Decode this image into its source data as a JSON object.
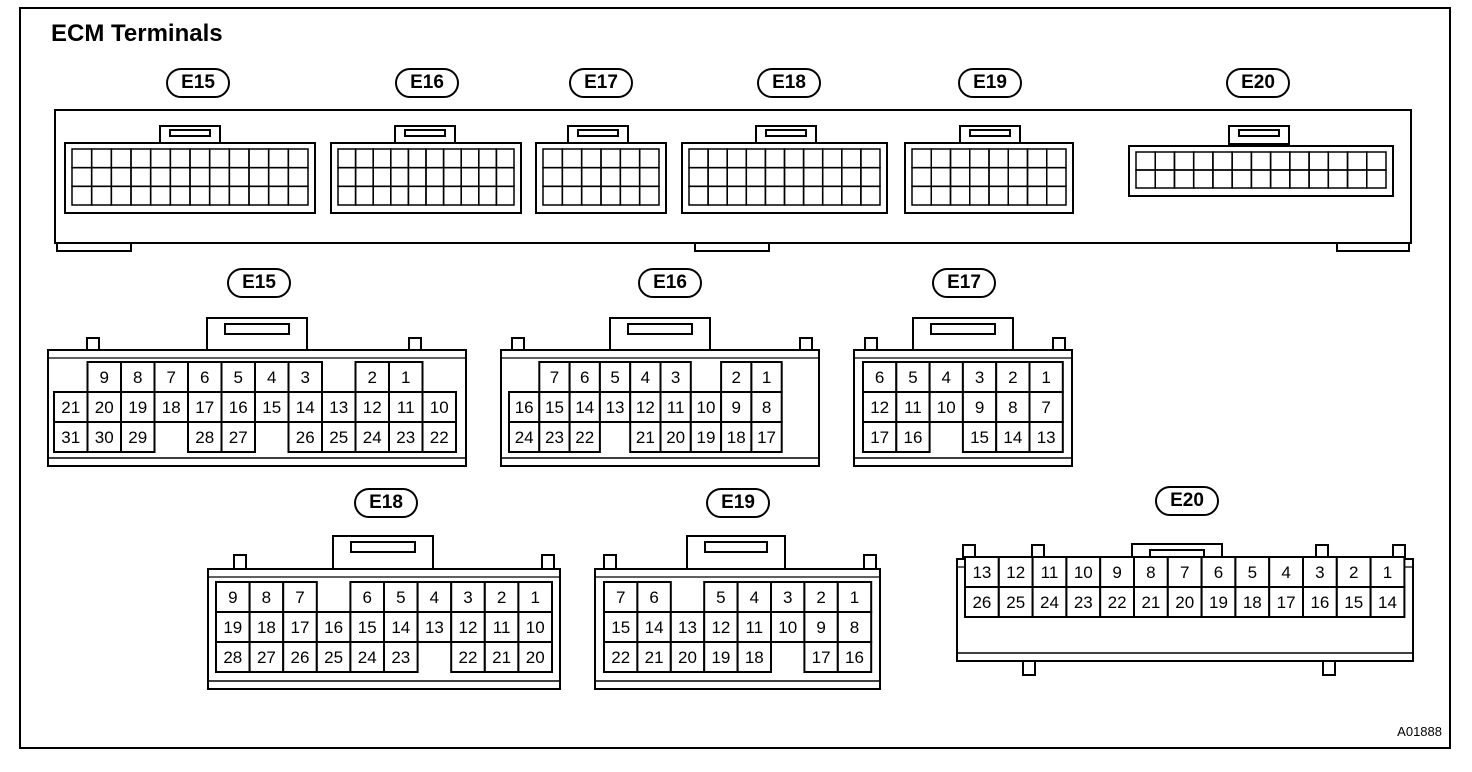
{
  "title": "ECM Terminals",
  "figure_code": "A01888",
  "top_labels": [
    "E15",
    "E16",
    "E17",
    "E18",
    "E19",
    "E20"
  ],
  "connectors": [
    {
      "label": "E15",
      "rows": [
        [
          null,
          "9",
          "8",
          "7",
          "6",
          "5",
          "4",
          "3",
          null,
          "2",
          "1",
          null
        ],
        [
          "21",
          "20",
          "19",
          "18",
          "17",
          "16",
          "15",
          "14",
          "13",
          "12",
          "11",
          "10"
        ],
        [
          "31",
          "30",
          "29",
          null,
          "28",
          "27",
          null,
          "26",
          "25",
          "24",
          "23",
          "22"
        ]
      ]
    },
    {
      "label": "E16",
      "rows": [
        [
          null,
          "7",
          "6",
          "5",
          "4",
          "3",
          null,
          "2",
          "1",
          null
        ],
        [
          "16",
          "15",
          "14",
          "13",
          "12",
          "11",
          "10",
          "9",
          "8",
          null
        ],
        [
          "24",
          "23",
          "22",
          null,
          "21",
          "20",
          "19",
          "18",
          "17",
          null
        ]
      ]
    },
    {
      "label": "E17",
      "rows": [
        [
          "6",
          "5",
          "4",
          "3",
          "2",
          "1"
        ],
        [
          "12",
          "11",
          "10",
          "9",
          "8",
          "7"
        ],
        [
          "17",
          "16",
          null,
          "15",
          "14",
          "13"
        ]
      ]
    },
    {
      "label": "E18",
      "rows": [
        [
          "9",
          "8",
          "7",
          null,
          "6",
          "5",
          "4",
          "3",
          "2",
          "1"
        ],
        [
          "19",
          "18",
          "17",
          "16",
          "15",
          "14",
          "13",
          "12",
          "11",
          "10"
        ],
        [
          "28",
          "27",
          "26",
          "25",
          "24",
          "23",
          null,
          "22",
          "21",
          "20"
        ]
      ]
    },
    {
      "label": "E19",
      "rows": [
        [
          "7",
          "6",
          null,
          "5",
          "4",
          "3",
          "2",
          "1"
        ],
        [
          "15",
          "14",
          "13",
          "12",
          "11",
          "10",
          "9",
          "8"
        ],
        [
          "22",
          "21",
          "20",
          "19",
          "18",
          null,
          "17",
          "16"
        ]
      ]
    },
    {
      "label": "E20",
      "rows": [
        [
          "13",
          "12",
          "11",
          "10",
          "9",
          "8",
          "7",
          "6",
          "5",
          "4",
          "3",
          "2",
          "1"
        ],
        [
          "26",
          "25",
          "24",
          "23",
          "22",
          "21",
          "20",
          "19",
          "18",
          "17",
          "16",
          "15",
          "14"
        ]
      ]
    }
  ]
}
